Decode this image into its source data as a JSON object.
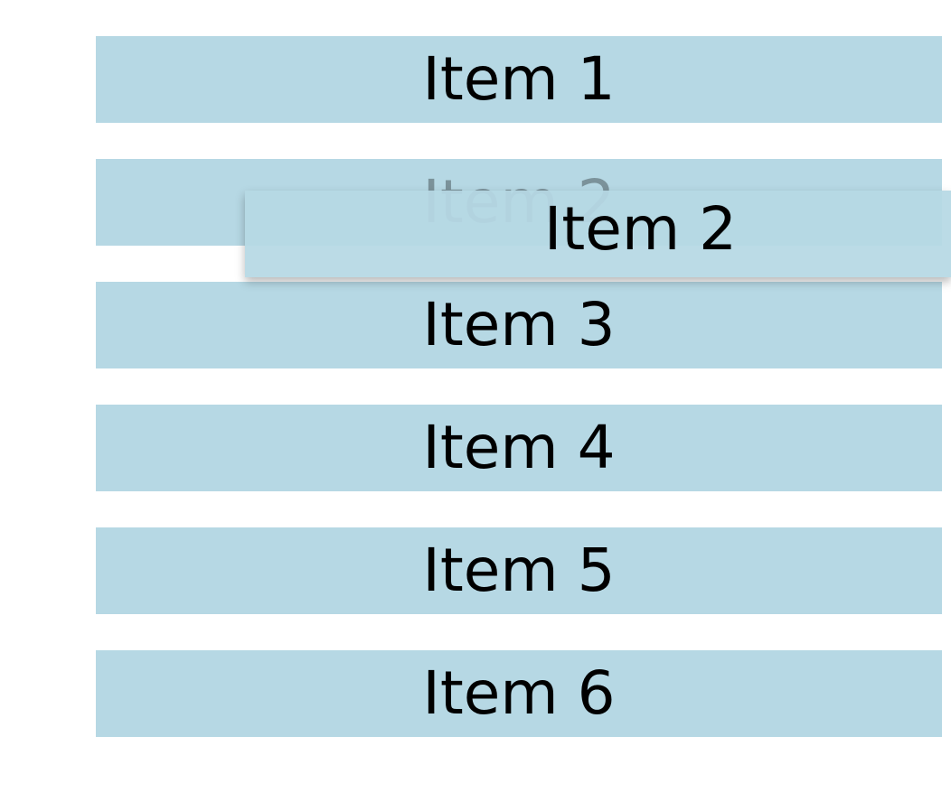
{
  "list": {
    "items": [
      {
        "label": "Item 1"
      },
      {
        "label": "Item 2"
      },
      {
        "label": "Item 3"
      },
      {
        "label": "Item 4"
      },
      {
        "label": "Item 5"
      },
      {
        "label": "Item 6"
      }
    ]
  },
  "drag": {
    "label": "Item 2"
  },
  "colors": {
    "item_background": "#b6d8e4",
    "page_background": "#ffffff"
  }
}
